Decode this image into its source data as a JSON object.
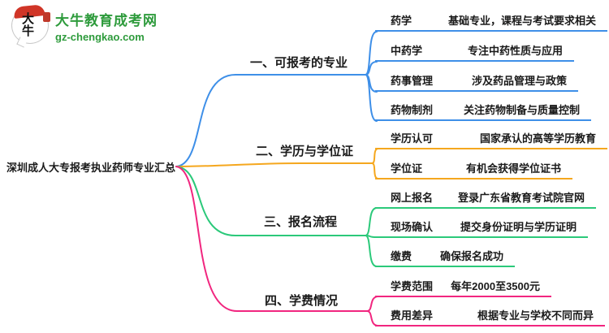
{
  "logo": {
    "badge_text": "大牛",
    "title": "大牛教育成考网",
    "subtitle": "gz-chengkao.com",
    "brand_green": "#2E9B3C",
    "badge_red": "#D03527"
  },
  "root": {
    "title": "深圳成人大专报考执业药师专业汇总"
  },
  "colors": {
    "blue": "#3E8FE8",
    "orange": "#F5A71E",
    "green": "#2BC97A",
    "pink": "#F1267F"
  },
  "branches": [
    {
      "label": "一、可报考的专业",
      "color": "#3E8FE8",
      "children": [
        {
          "label": "药学",
          "desc": "基础专业，课程与考试要求相关"
        },
        {
          "label": "中药学",
          "desc": "专注中药性质与应用"
        },
        {
          "label": "药事管理",
          "desc": "涉及药品管理与政策"
        },
        {
          "label": "药物制剂",
          "desc": "关注药物制备与质量控制"
        }
      ]
    },
    {
      "label": "二、学历与学位证",
      "color": "#F5A71E",
      "children": [
        {
          "label": "学历认可",
          "desc": "国家承认的高等学历教育"
        },
        {
          "label": "学位证",
          "desc": "有机会获得学位证书"
        }
      ]
    },
    {
      "label": "三、报名流程",
      "color": "#2BC97A",
      "children": [
        {
          "label": "网上报名",
          "desc": "登录广东省教育考试院官网"
        },
        {
          "label": "现场确认",
          "desc": "提交身份证明与学历证明"
        },
        {
          "label": "缴费",
          "desc": "确保报名成功"
        }
      ]
    },
    {
      "label": "四、学费情况",
      "color": "#F1267F",
      "children": [
        {
          "label": "学费范围",
          "desc": "每年2000至3500元"
        },
        {
          "label": "费用差异",
          "desc": "根据专业与学校不同而异"
        }
      ]
    }
  ]
}
